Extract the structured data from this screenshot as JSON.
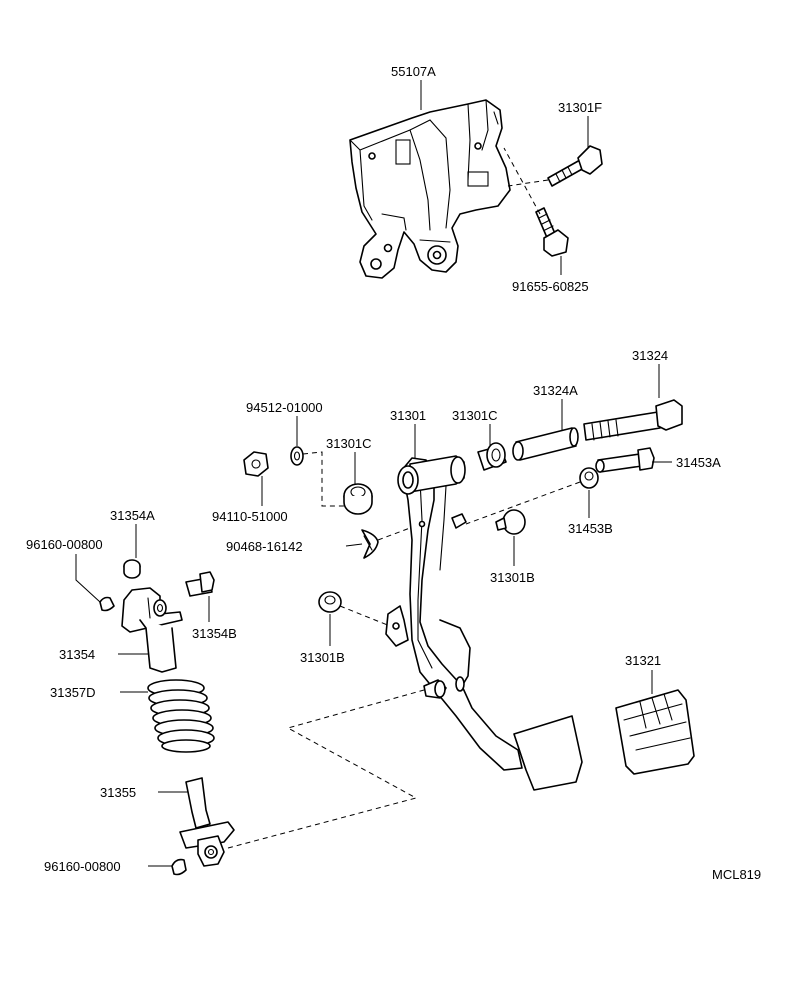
{
  "diagram_id": "MCL819",
  "labels": {
    "p55107A": "55107A",
    "p31301F": "31301F",
    "p91655": "91655-60825",
    "p31324": "31324",
    "p31324A": "31324A",
    "p94512": "94512-01000",
    "p31301": "31301",
    "p31301C_top": "31301C",
    "p31301C_mid": "31301C",
    "p31453A": "31453A",
    "p94110": "94110-51000",
    "p31453B": "31453B",
    "p31354A": "31354A",
    "p96160_top": "96160-00800",
    "p90468": "90468-16142",
    "p31301B_right": "31301B",
    "p31354B": "31354B",
    "p31354": "31354",
    "p31301B_left": "31301B",
    "p31321": "31321",
    "p31357D": "31357D",
    "p31355": "31355",
    "p96160_bottom": "96160-00800"
  }
}
